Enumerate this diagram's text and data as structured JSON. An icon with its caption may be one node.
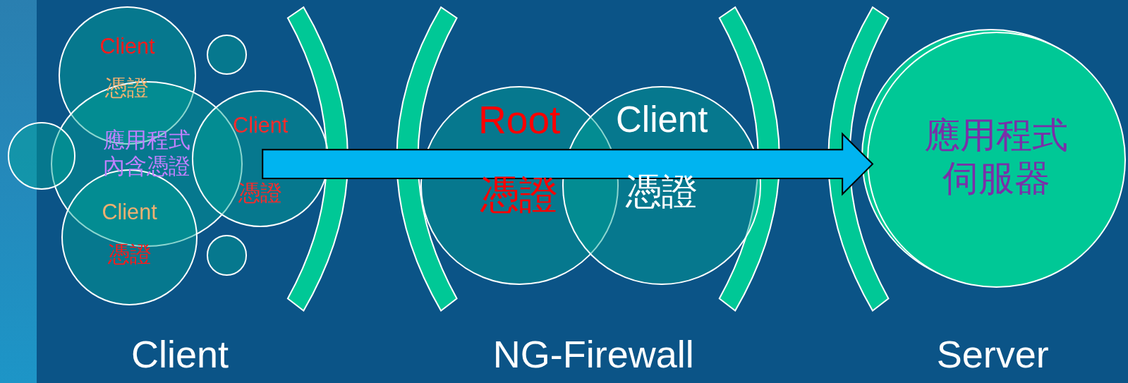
{
  "diagram": {
    "nodes": [
      {
        "text": [
          "Client",
          "憑證"
        ]
      },
      {
        "text": [
          "應用程式內含憑證"
        ]
      },
      {
        "text": [
          "Client",
          "憑證"
        ]
      },
      {
        "text": [
          "Client",
          "憑證"
        ]
      },
      {
        "text": [],
        "shape": "circle"
      },
      {
        "text": [],
        "shape": "circle"
      },
      {
        "text": [],
        "shape": "circle"
      },
      {
        "text": [],
        "shape": "arc"
      },
      {
        "text": [],
        "shape": "arc"
      },
      {
        "text": [
          "Root",
          "憑證"
        ]
      },
      {
        "text": [
          "Client",
          "憑證"
        ]
      },
      {
        "text": [],
        "shape": "arc"
      },
      {
        "text": [],
        "shape": "arc"
      },
      {
        "text": [
          "應用程式伺服器"
        ]
      }
    ],
    "edges": [
      {
        "from": 1,
        "to": 13,
        "arrow": "to",
        "style": "thick"
      }
    ],
    "labels": [
      "Client",
      "NG-Firewall",
      "Server"
    ]
  }
}
